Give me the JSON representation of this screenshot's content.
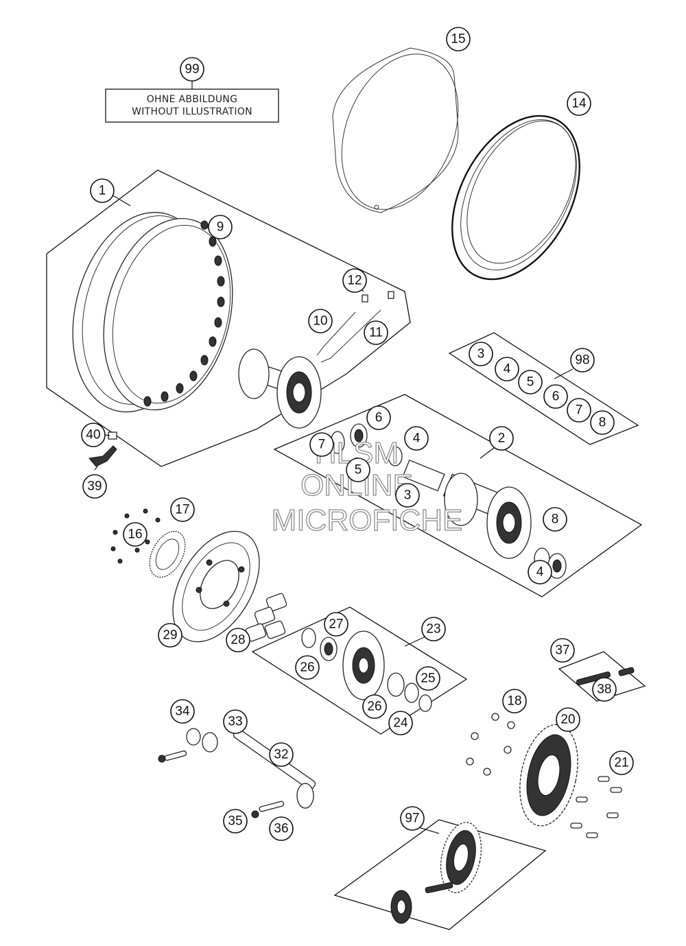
{
  "note": {
    "callout": "99",
    "line1": "OHNE ABBILDUNG",
    "line2": "WITHOUT ILLUSTRATION"
  },
  "watermark": {
    "line1": "HLSM",
    "line2": "ONLINE",
    "line3": "MICROFICHE"
  },
  "callouts": {
    "c1": "1",
    "c2": "2",
    "c3a": "3",
    "c3b": "3",
    "c4a": "4",
    "c4b": "4",
    "c4c": "4",
    "c5a": "5",
    "c5b": "5",
    "c6a": "6",
    "c6b": "6",
    "c7a": "7",
    "c7b": "7",
    "c8a": "8",
    "c8b": "8",
    "c9": "9",
    "c10": "10",
    "c11": "11",
    "c12": "12",
    "c14": "14",
    "c15": "15",
    "c16": "16",
    "c17": "17",
    "c18": "18",
    "c20": "20",
    "c21": "21",
    "c23": "23",
    "c24": "24",
    "c25": "25",
    "c26a": "26",
    "c26b": "26",
    "c27": "27",
    "c28": "28",
    "c29": "29",
    "c32": "32",
    "c33": "33",
    "c34": "34",
    "c35": "35",
    "c36": "36",
    "c37": "37",
    "c38": "38",
    "c39": "39",
    "c40": "40",
    "c97": "97",
    "c98": "98"
  }
}
